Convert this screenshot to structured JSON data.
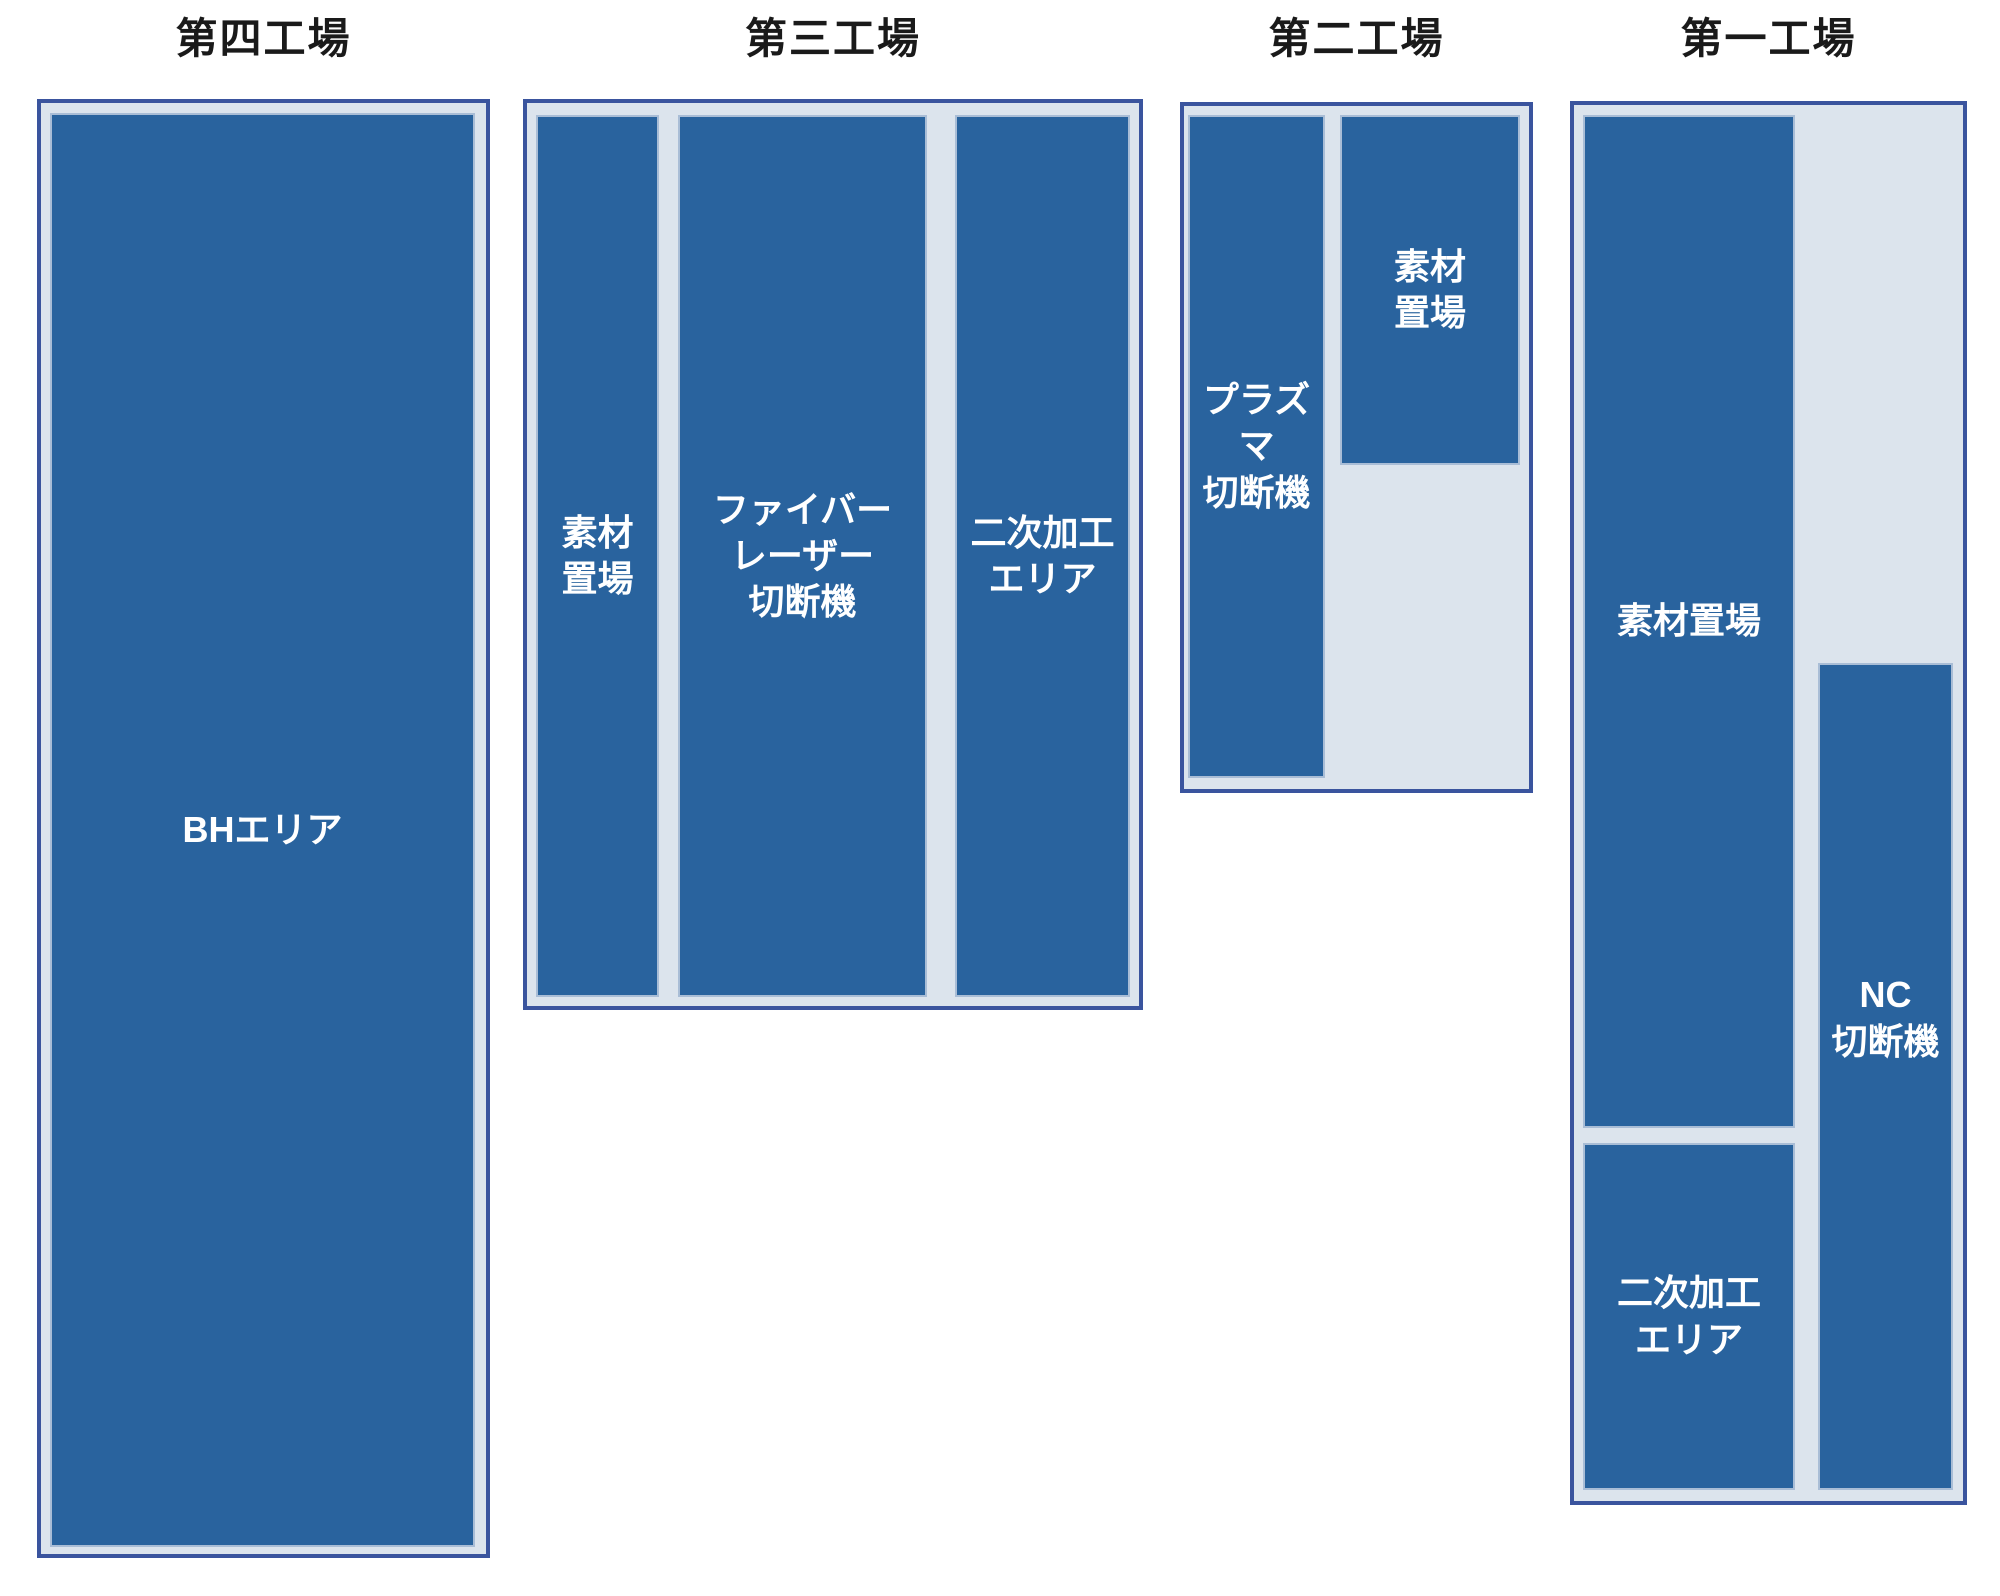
{
  "diagram": {
    "type": "factory-floor-layout",
    "colors": {
      "area_fill": "#29639e",
      "container_fill": "#dce4ed",
      "container_border": "#3a549e",
      "area_border": "#a9bdd6",
      "label_text": "#ffffff",
      "title_text": "#1a1a1a",
      "page_background": "#ffffff"
    }
  },
  "factories": [
    {
      "title": "第四工場",
      "areas": [
        {
          "name": "bh-area",
          "label": "BHエリア"
        }
      ]
    },
    {
      "title": "第三工場",
      "areas": [
        {
          "name": "material-storage",
          "label": "素材\n置場"
        },
        {
          "name": "fiber-laser-cutter",
          "label": "ファイバー\nレーザー\n切断機"
        },
        {
          "name": "secondary-processing-area",
          "label": "二次加工\nエリア"
        }
      ]
    },
    {
      "title": "第二工場",
      "areas": [
        {
          "name": "plasma-cutter",
          "label": "プラズマ\n切断機"
        },
        {
          "name": "material-storage",
          "label": "素材\n置場"
        }
      ]
    },
    {
      "title": "第一工場",
      "areas": [
        {
          "name": "material-storage",
          "label": "素材置場"
        },
        {
          "name": "secondary-processing-area",
          "label": "二次加工\nエリア"
        },
        {
          "name": "nc-cutter",
          "label": "NC\n切断機"
        }
      ]
    }
  ]
}
